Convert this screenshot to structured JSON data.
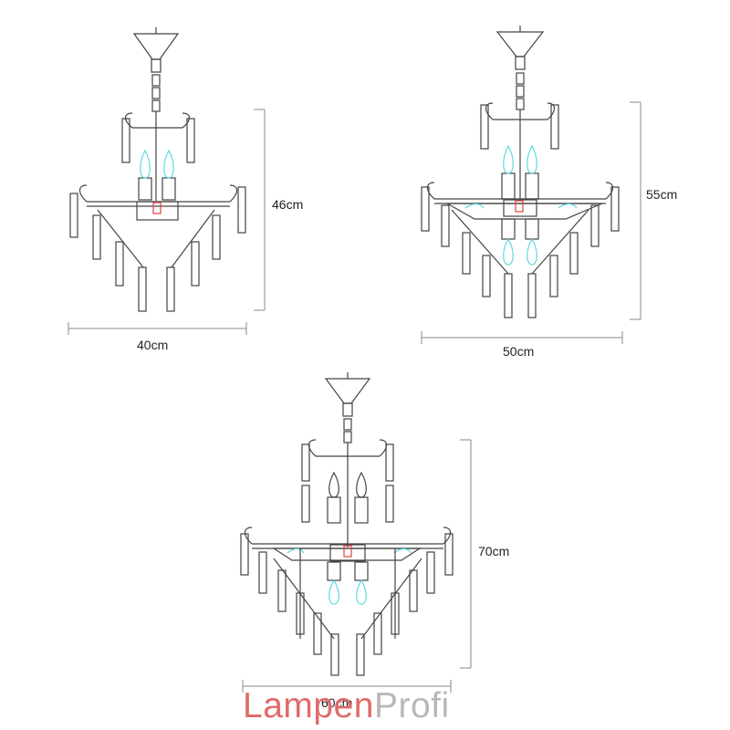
{
  "figures": [
    {
      "id": "small",
      "width_label": "40cm",
      "height_label": "46cm"
    },
    {
      "id": "medium",
      "width_label": "50cm",
      "height_label": "55cm"
    },
    {
      "id": "large",
      "width_label": "60cm",
      "height_label": "70cm"
    }
  ],
  "logo": {
    "part1": "Lampen",
    "part2": "Profi"
  },
  "colors": {
    "line": "#444444",
    "bulb": "#5fd8e0",
    "socket_accent": "#e04040",
    "dim_line": "#888888"
  }
}
